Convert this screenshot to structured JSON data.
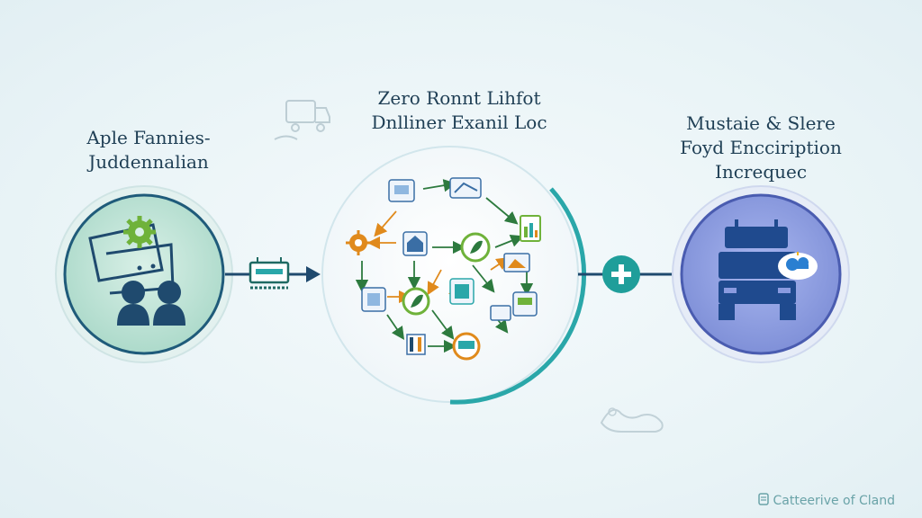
{
  "left": {
    "label_lines": [
      "Aple Fannies-",
      "Juddennalian"
    ],
    "icons": [
      "gear-icon",
      "people-icon"
    ]
  },
  "center": {
    "label_lines": [
      "Zero Ronnt Lihfot",
      "Dnlliner Exanil Loc"
    ],
    "icons": [
      "gear-icon",
      "leaf-icon",
      "chart-icon"
    ]
  },
  "right": {
    "label_lines": [
      "Mustaie & Slere",
      "Foyd Encciription",
      "Increquec"
    ],
    "icons": [
      "truck-icon"
    ]
  },
  "connector_left_icon": "router-icon",
  "connector_right_icon": "plus-icon",
  "footer": {
    "text": "Catteerive of Cland",
    "icon": "cloud-icon"
  },
  "colors": {
    "left_circle": "#bfe3d6",
    "right_circle": "#8a9be0",
    "center_ring": "#2aa7a9",
    "arrow": "#1f4a6e",
    "plus": "#1f9e9a"
  }
}
